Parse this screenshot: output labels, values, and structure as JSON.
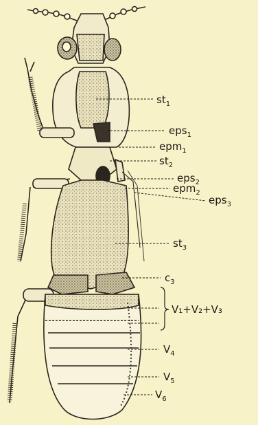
{
  "figure": {
    "background": "#f7f2c8",
    "ink": "#2a241c",
    "labels": [
      {
        "id": "st1",
        "base": "st",
        "sub": "1"
      },
      {
        "id": "eps1",
        "base": "eps",
        "sub": "1"
      },
      {
        "id": "epm1",
        "base": "epm",
        "sub": "1"
      },
      {
        "id": "st2",
        "base": "st",
        "sub": "2"
      },
      {
        "id": "eps2",
        "base": "eps",
        "sub": "2"
      },
      {
        "id": "epm2",
        "base": "epm",
        "sub": "2"
      },
      {
        "id": "eps3",
        "base": "eps",
        "sub": "3"
      },
      {
        "id": "st3",
        "base": "st",
        "sub": "3"
      },
      {
        "id": "c3",
        "base": "c",
        "sub": "3"
      },
      {
        "id": "v123",
        "base": "V₁+V₂+V₃",
        "sub": ""
      },
      {
        "id": "v4",
        "base": "V",
        "sub": "4"
      },
      {
        "id": "v5",
        "base": "V",
        "sub": "5"
      },
      {
        "id": "v6",
        "base": "V",
        "sub": "6"
      }
    ]
  }
}
